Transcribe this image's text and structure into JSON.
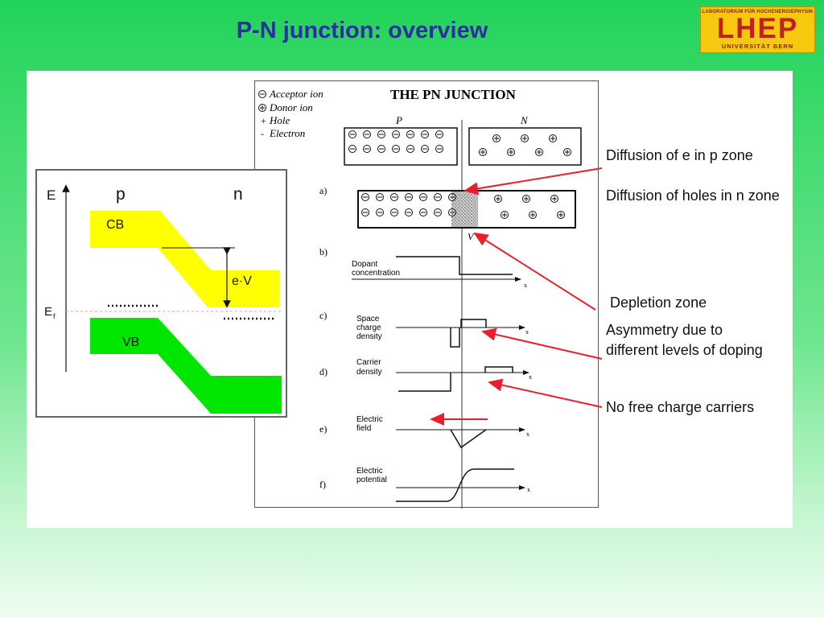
{
  "title": "P-N junction: overview",
  "logo": {
    "line1": "LABORATORIUM FÜR HOCHENERGIEPHYSIK",
    "main": "LHEP",
    "line2": "UNIVERSITÄT BERN"
  },
  "band_diagram": {
    "axis_e": "E",
    "label_p": "p",
    "label_n": "n",
    "cb": "CB",
    "vb": "VB",
    "ev": "e·V",
    "ef": "E",
    "ef_sub": "f",
    "colors": {
      "cb": "#ffff00",
      "vb": "#00e600"
    }
  },
  "pn_figure": {
    "legend": [
      "Acceptor ion",
      "Donor ion",
      "Hole",
      "Electron"
    ],
    "heading": "THE PN JUNCTION",
    "p": "P",
    "n": "N",
    "v_mark": "V",
    "rows": [
      {
        "id": "a)",
        "label": ""
      },
      {
        "id": "b)",
        "label": "Dopant concentration"
      },
      {
        "id": "c)",
        "label": "Space charge density"
      },
      {
        "id": "d)",
        "label": "Carrier density"
      },
      {
        "id": "e)",
        "label": "Electric field"
      },
      {
        "id": "f)",
        "label": "Electric potential"
      }
    ],
    "x": "x"
  },
  "annotations": {
    "diff_e": "Diffusion of e in p zone",
    "diff_h": "Diffusion of holes in n zone",
    "depletion": "Depletion zone",
    "asym": "Asymmetry due to different levels of doping",
    "nofree": "No free charge carriers",
    "arrow_color": "#e8202e"
  }
}
